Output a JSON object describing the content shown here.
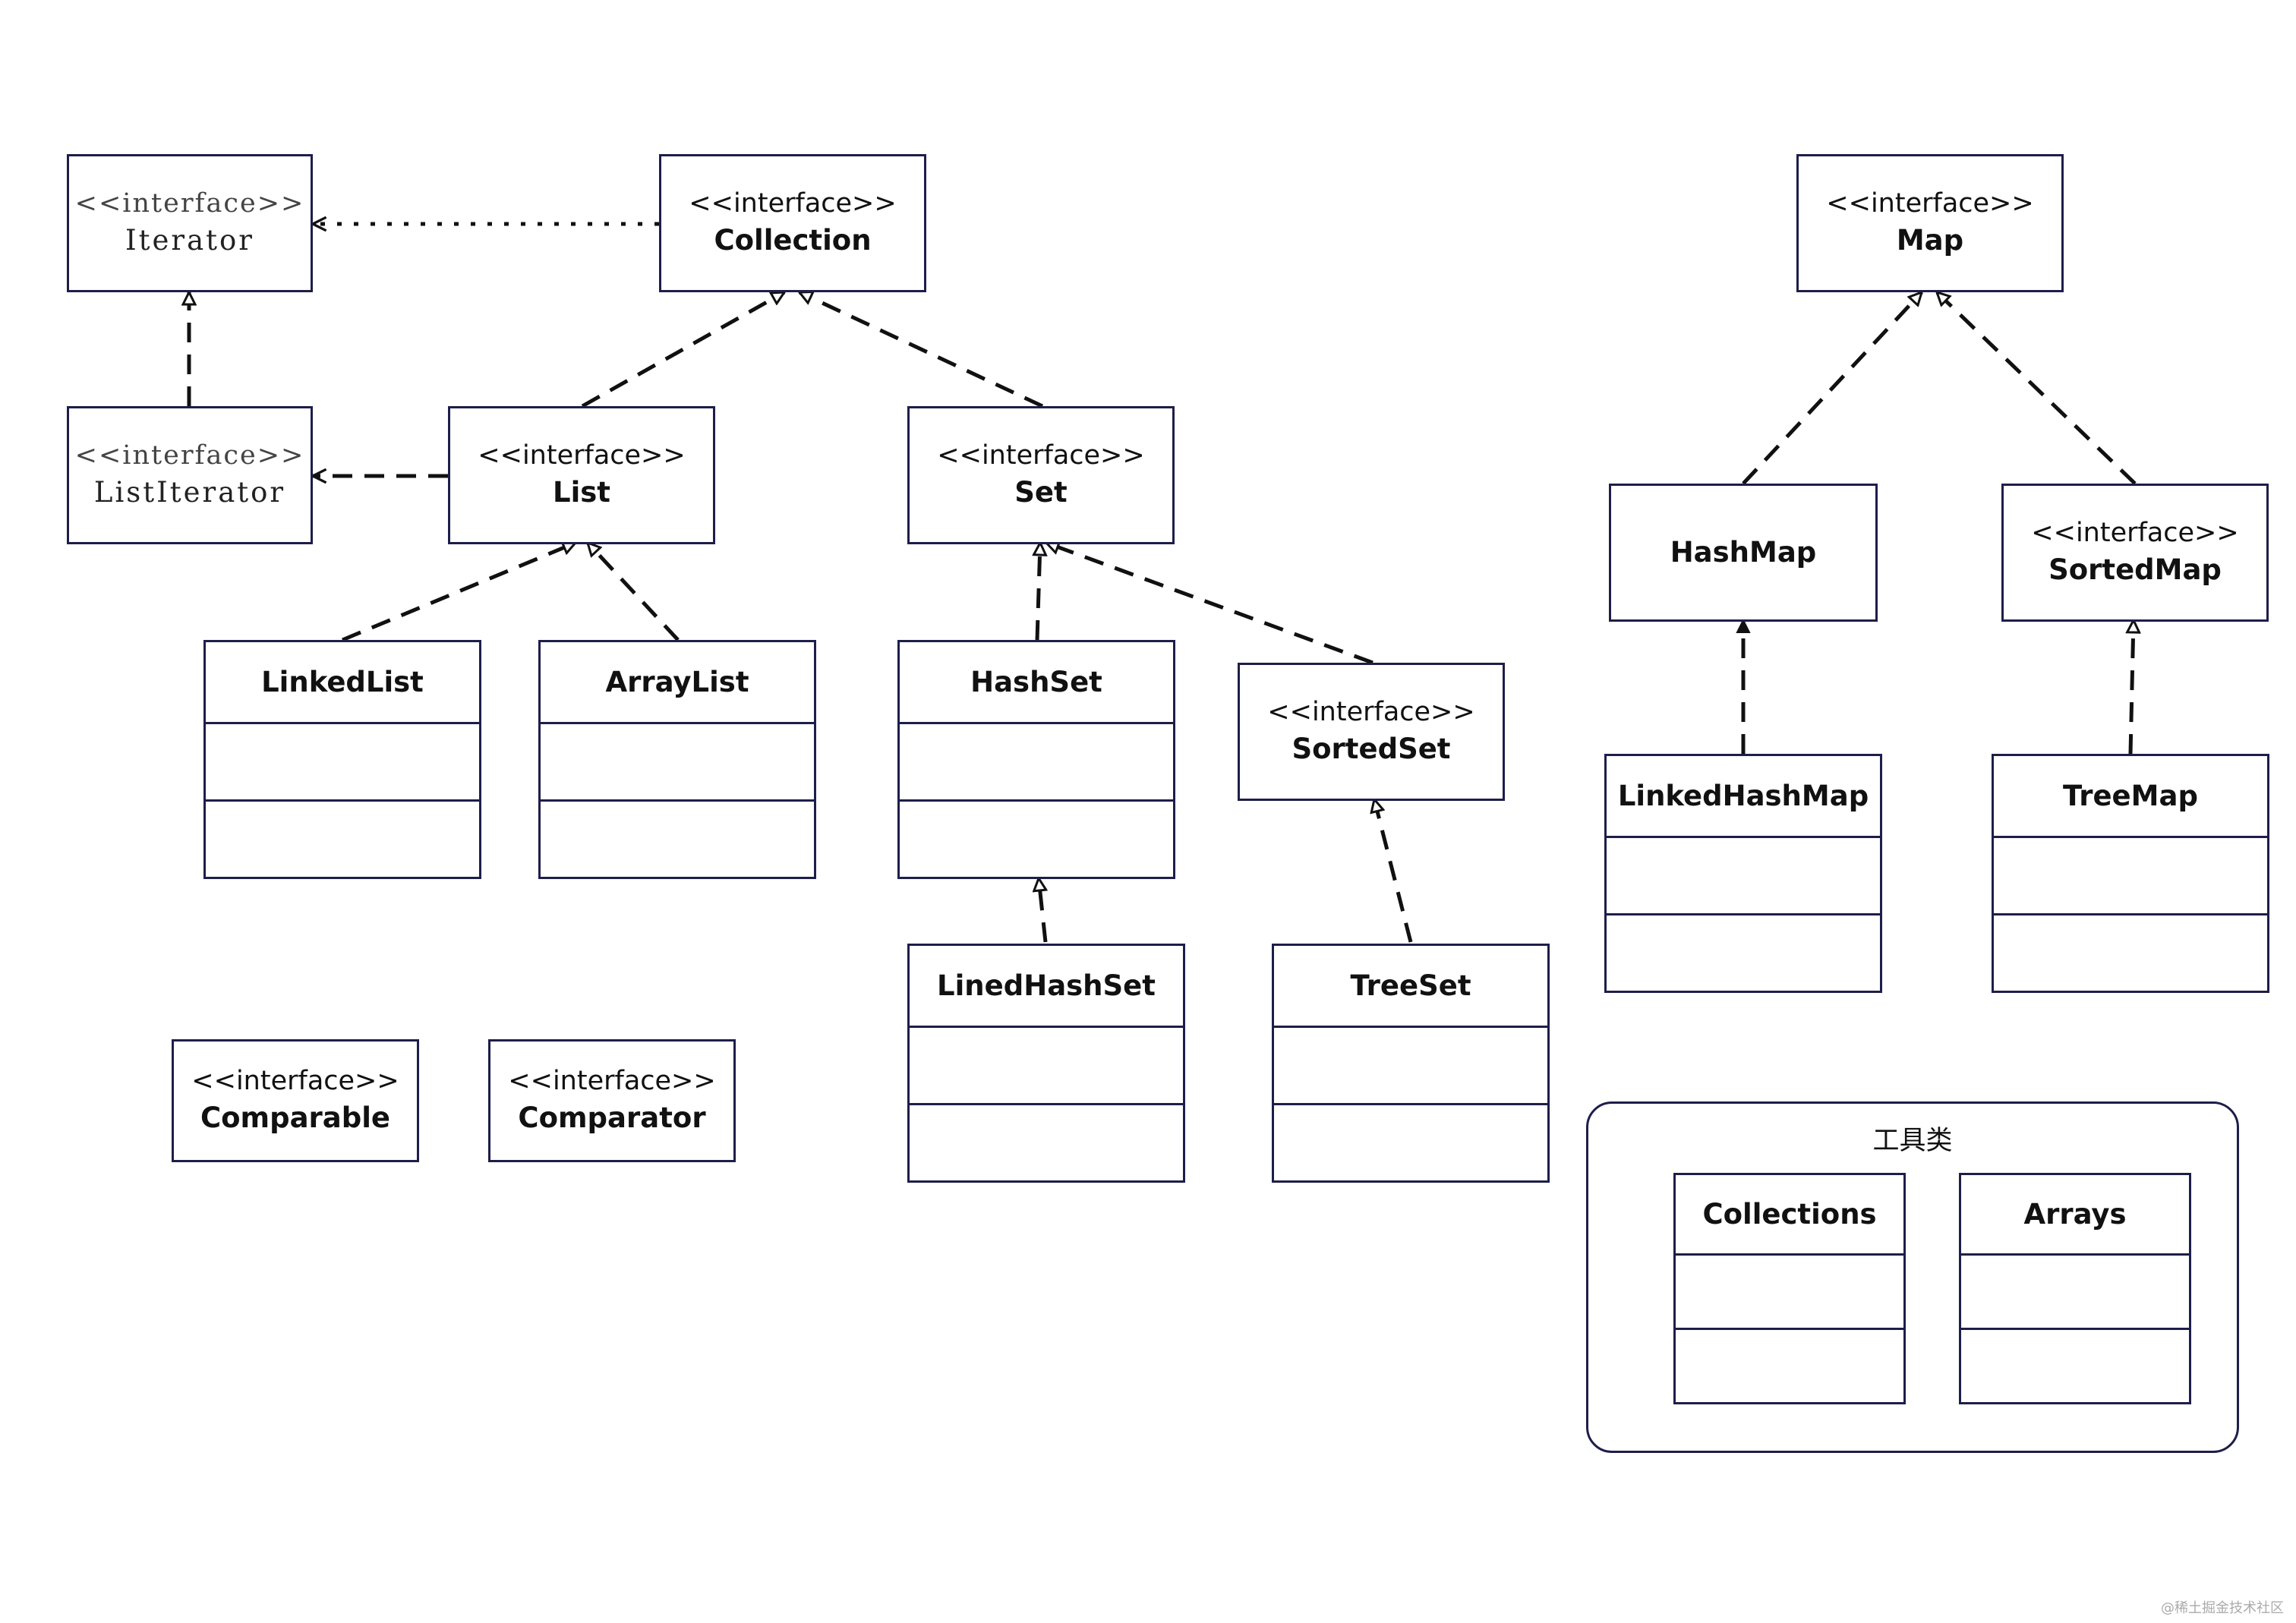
{
  "stereotype": "<<interface>>",
  "interfaces": {
    "iterator": "Iterator",
    "list_iterator": "ListIterator",
    "collection": "Collection",
    "list": "List",
    "set": "Set",
    "sorted_set": "SortedSet",
    "map": "Map",
    "sorted_map": "SortedMap",
    "comparable": "Comparable",
    "comparator": "Comparator"
  },
  "classes": {
    "linked_list": "LinkedList",
    "array_list": "ArrayList",
    "hash_set": "HashSet",
    "lined_hash_set": "LinedHashSet",
    "tree_set": "TreeSet",
    "hash_map": "HashMap",
    "linked_hash_map": "LinkedHashMap",
    "tree_map": "TreeMap"
  },
  "utility_group": {
    "title": "工具类",
    "collections": "Collections",
    "arrays": "Arrays"
  },
  "watermark": "@稀土掘金技术社区",
  "colors": {
    "border": "#1e1e4a",
    "line": "#111111"
  }
}
